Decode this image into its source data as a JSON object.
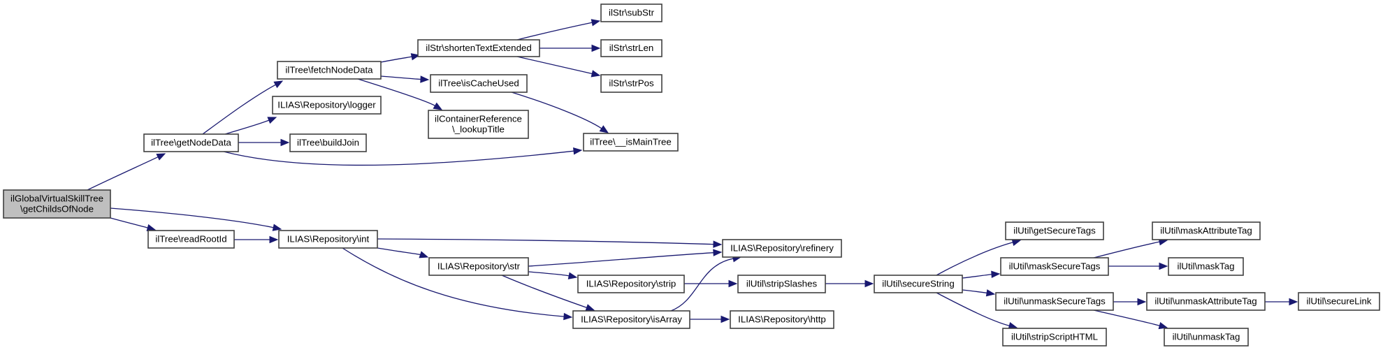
{
  "diagram": {
    "type": "call-graph",
    "colors": {
      "edge": "#191970",
      "node_border": "#404040",
      "root_fill": "#bfbfbf",
      "node_fill": "#ffffff"
    },
    "nodes": [
      {
        "id": "root",
        "lines": [
          "ilGlobalVirtualSkillTree",
          "\\getChildsOfNode"
        ],
        "root": true
      },
      {
        "id": "getNodeData",
        "lines": [
          "ilTree\\getNodeData"
        ]
      },
      {
        "id": "readRootId",
        "lines": [
          "ilTree\\readRootId"
        ]
      },
      {
        "id": "int",
        "lines": [
          "ILIAS\\Repository\\int"
        ]
      },
      {
        "id": "fetchNodeData",
        "lines": [
          "ilTree\\fetchNodeData"
        ]
      },
      {
        "id": "logger",
        "lines": [
          "ILIAS\\Repository\\logger"
        ]
      },
      {
        "id": "buildJoin",
        "lines": [
          "ilTree\\buildJoin"
        ]
      },
      {
        "id": "shortenTextExtended",
        "lines": [
          "ilStr\\shortenTextExtended"
        ]
      },
      {
        "id": "isCacheUsed",
        "lines": [
          "ilTree\\isCacheUsed"
        ]
      },
      {
        "id": "lookupTitle",
        "lines": [
          "ilContainerReference",
          "\\_lookupTitle"
        ]
      },
      {
        "id": "isMainTree",
        "lines": [
          "ilTree\\__isMainTree"
        ]
      },
      {
        "id": "subStr",
        "lines": [
          "ilStr\\subStr"
        ]
      },
      {
        "id": "strLen",
        "lines": [
          "ilStr\\strLen"
        ]
      },
      {
        "id": "strPos",
        "lines": [
          "ilStr\\strPos"
        ]
      },
      {
        "id": "str",
        "lines": [
          "ILIAS\\Repository\\str"
        ]
      },
      {
        "id": "refinery",
        "lines": [
          "ILIAS\\Repository\\refinery"
        ]
      },
      {
        "id": "strip",
        "lines": [
          "ILIAS\\Repository\\strip"
        ]
      },
      {
        "id": "isArray",
        "lines": [
          "ILIAS\\Repository\\isArray"
        ]
      },
      {
        "id": "stripSlashes",
        "lines": [
          "ilUtil\\stripSlashes"
        ]
      },
      {
        "id": "http",
        "lines": [
          "ILIAS\\Repository\\http"
        ]
      },
      {
        "id": "secureString",
        "lines": [
          "ilUtil\\secureString"
        ]
      },
      {
        "id": "getSecureTags",
        "lines": [
          "ilUtil\\getSecureTags"
        ]
      },
      {
        "id": "maskSecureTags",
        "lines": [
          "ilUtil\\maskSecureTags"
        ]
      },
      {
        "id": "unmaskSecureTags",
        "lines": [
          "ilUtil\\unmaskSecureTags"
        ]
      },
      {
        "id": "stripScriptHTML",
        "lines": [
          "ilUtil\\stripScriptHTML"
        ]
      },
      {
        "id": "maskAttributeTag",
        "lines": [
          "ilUtil\\maskAttributeTag"
        ]
      },
      {
        "id": "maskTag",
        "lines": [
          "ilUtil\\maskTag"
        ]
      },
      {
        "id": "unmaskAttributeTag",
        "lines": [
          "ilUtil\\unmaskAttributeTag"
        ]
      },
      {
        "id": "unmaskTag",
        "lines": [
          "ilUtil\\unmaskTag"
        ]
      },
      {
        "id": "secureLink",
        "lines": [
          "ilUtil\\secureLink"
        ]
      }
    ],
    "edges": [
      [
        "root",
        "getNodeData"
      ],
      [
        "root",
        "int"
      ],
      [
        "root",
        "readRootId"
      ],
      [
        "getNodeData",
        "fetchNodeData"
      ],
      [
        "getNodeData",
        "logger"
      ],
      [
        "getNodeData",
        "buildJoin"
      ],
      [
        "getNodeData",
        "isMainTree"
      ],
      [
        "fetchNodeData",
        "shortenTextExtended"
      ],
      [
        "fetchNodeData",
        "isCacheUsed"
      ],
      [
        "fetchNodeData",
        "lookupTitle"
      ],
      [
        "shortenTextExtended",
        "subStr"
      ],
      [
        "shortenTextExtended",
        "strLen"
      ],
      [
        "shortenTextExtended",
        "strPos"
      ],
      [
        "isCacheUsed",
        "isMainTree"
      ],
      [
        "readRootId",
        "int"
      ],
      [
        "int",
        "refinery"
      ],
      [
        "int",
        "str"
      ],
      [
        "int",
        "isArray"
      ],
      [
        "str",
        "refinery"
      ],
      [
        "str",
        "strip"
      ],
      [
        "str",
        "isArray"
      ],
      [
        "strip",
        "stripSlashes"
      ],
      [
        "isArray",
        "refinery"
      ],
      [
        "isArray",
        "http"
      ],
      [
        "stripSlashes",
        "secureString"
      ],
      [
        "secureString",
        "getSecureTags"
      ],
      [
        "secureString",
        "maskSecureTags"
      ],
      [
        "secureString",
        "unmaskSecureTags"
      ],
      [
        "secureString",
        "stripScriptHTML"
      ],
      [
        "maskSecureTags",
        "maskAttributeTag"
      ],
      [
        "maskSecureTags",
        "maskTag"
      ],
      [
        "unmaskSecureTags",
        "unmaskAttributeTag"
      ],
      [
        "unmaskSecureTags",
        "unmaskTag"
      ],
      [
        "unmaskAttributeTag",
        "secureLink"
      ]
    ]
  }
}
